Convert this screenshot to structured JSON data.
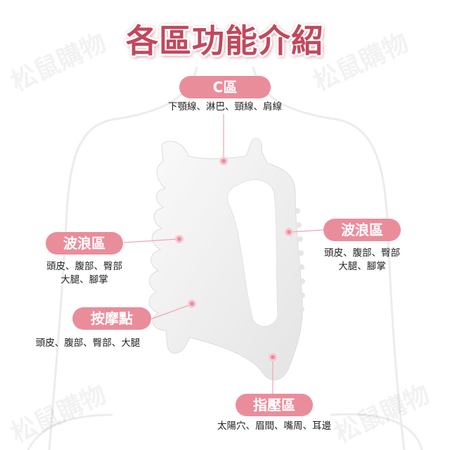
{
  "title": "各區功能介紹",
  "watermark": "松鼠購物",
  "accent_color": "#ea8d9b",
  "title_color": "#c2485c",
  "zones": [
    {
      "label": "C區",
      "desc": [
        "下顎線、淋巴、頸線、肩線"
      ]
    },
    {
      "label": "波浪區",
      "desc": [
        "頭皮、腹部、臀部",
        "大腿、腳掌"
      ]
    },
    {
      "label": "波浪區",
      "desc": [
        "頭皮、腹部、臀部",
        "大腿、腳掌"
      ]
    },
    {
      "label": "按摩點",
      "desc": [
        "頭皮、腹部、臀部、大腿"
      ]
    },
    {
      "label": "指壓區",
      "desc": [
        "太陽穴、眉間、嘴周、耳邊"
      ]
    }
  ]
}
